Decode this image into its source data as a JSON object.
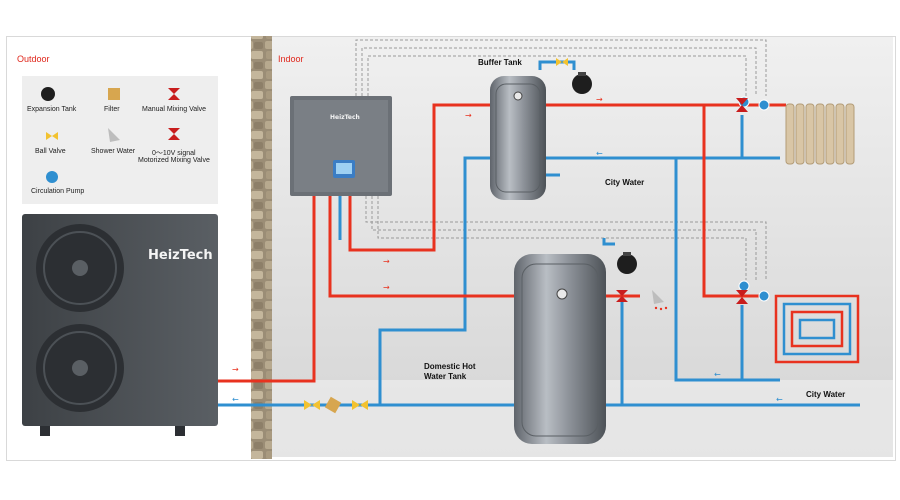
{
  "zones": {
    "outdoor": "Outdoor",
    "indoor": "Indoor"
  },
  "legend": {
    "expansion_tank": "Expansion Tank",
    "filter": "Filter",
    "manual_mixing_valve": "Manual Mixing Valve",
    "ball_valve": "Ball Valve",
    "shower_water": "Shower Water",
    "motorized_mixing_valve_line1": "0～10V signal",
    "motorized_mixing_valve_line2": "Motorized Mixing Valve",
    "circulation_pump": "Circulation Pump"
  },
  "brand": {
    "outdoor_unit": "HeizTech",
    "indoor_unit": "HeizTech"
  },
  "tanks": {
    "buffer": "Buffer Tank",
    "dhw_line1": "Domestic Hot",
    "dhw_line2": "Water Tank"
  },
  "supply": {
    "city_water_buffer": "City Water",
    "city_water_main": "City Water"
  },
  "colors": {
    "hot_pipe": "#e8321f",
    "cold_pipe": "#2f8fd0",
    "signal_line": "#9a9a9a",
    "zone_label": "#e0261b",
    "wall_background": "#e6e6e6",
    "tank_body": "#8a8f96"
  }
}
